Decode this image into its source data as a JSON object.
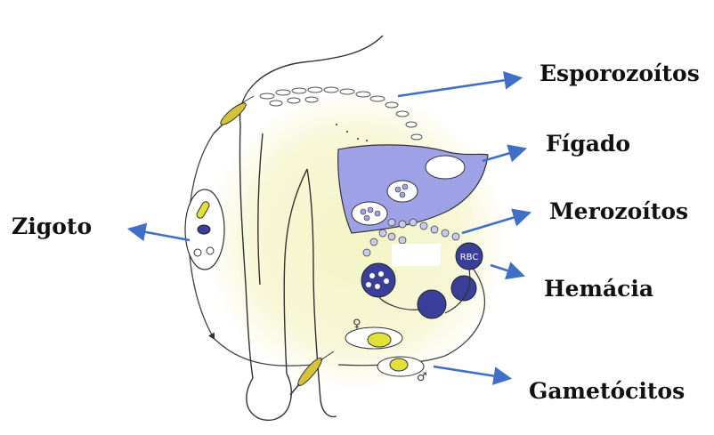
{
  "labels": {
    "esporozoitos": "Esporozoítos",
    "figado": "Fígado",
    "merozoitos": "Merozoítos",
    "hemacia": "Hemácia",
    "gametocitos": "Gametócitos",
    "zigoto": "Zigoto"
  },
  "cell_text": {
    "rbc": "RBC"
  },
  "symbols": {
    "female": "♀",
    "male": "♂"
  },
  "colors": {
    "arrow": "#3f6fc6",
    "liver": "#9fa1e6",
    "body_glow": "#f6f6cf",
    "cell_dark": "#3a3f9a",
    "gametocyte": "#e4e03a"
  }
}
